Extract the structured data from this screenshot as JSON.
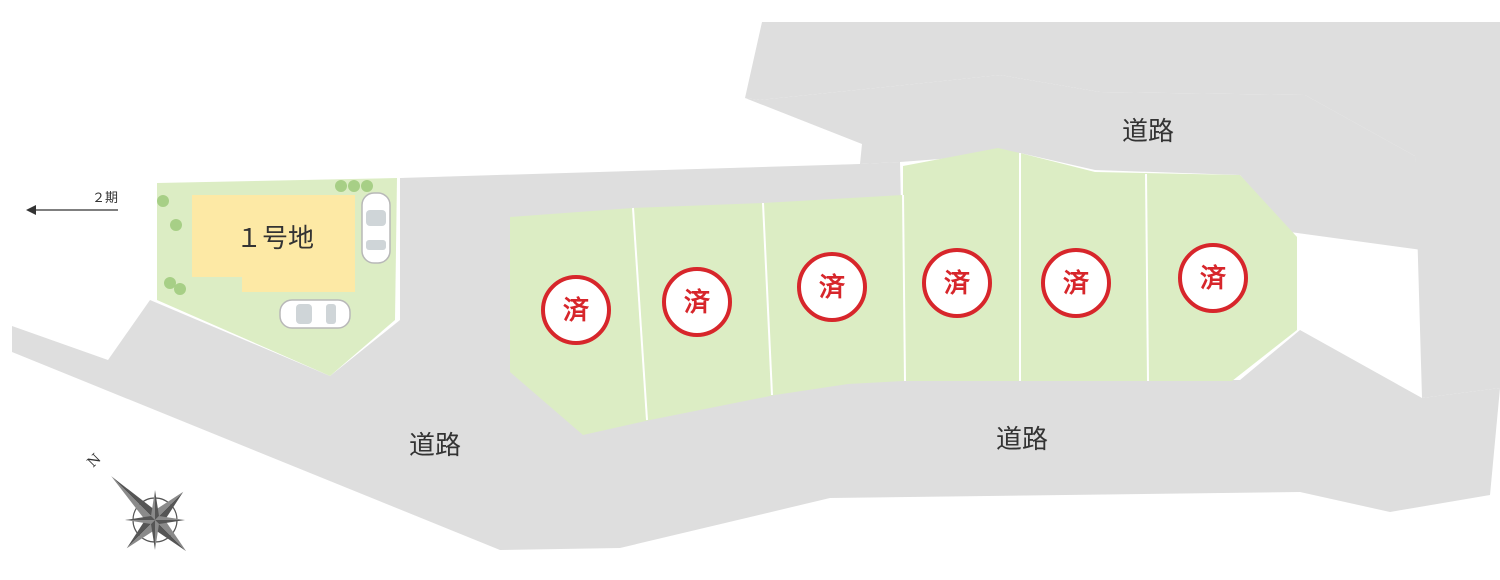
{
  "map": {
    "roads": [
      {
        "id": "north",
        "label": "道路"
      },
      {
        "id": "south-west",
        "label": "道路"
      },
      {
        "id": "south-east",
        "label": "道路"
      }
    ],
    "lots": [
      {
        "id": "lot-1",
        "label": "１号地",
        "status": "available"
      },
      {
        "id": "lot-2",
        "stamp": "済",
        "status": "sold"
      },
      {
        "id": "lot-3",
        "stamp": "済",
        "status": "sold"
      },
      {
        "id": "lot-4",
        "stamp": "済",
        "status": "sold"
      },
      {
        "id": "lot-5",
        "stamp": "済",
        "status": "sold"
      },
      {
        "id": "lot-6",
        "stamp": "済",
        "status": "sold"
      },
      {
        "id": "lot-7",
        "stamp": "済",
        "status": "sold"
      }
    ],
    "direction_note": {
      "label": "２期",
      "arrow": "left-arrow-icon"
    },
    "compass": {
      "north_label": "N",
      "icon": "compass-rose-icon"
    },
    "colors": {
      "road": "#dedede",
      "plot": "#dcedc4",
      "lot_available": "#fde9a5",
      "sold_stamp": "#d7262b"
    }
  }
}
